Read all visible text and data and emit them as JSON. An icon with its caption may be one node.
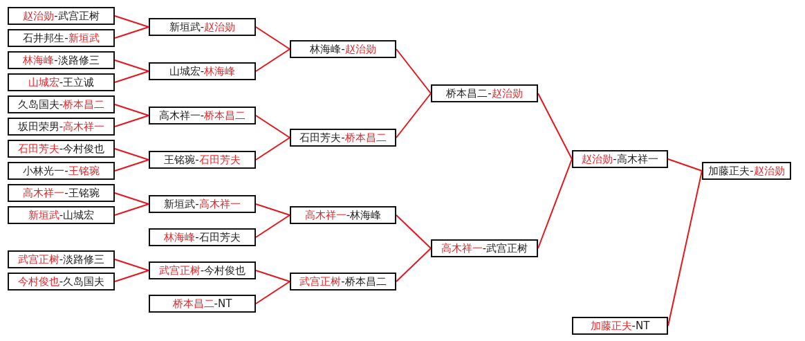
{
  "diagram": {
    "nodes": [
      {
        "text": [
          "赵治勋-武宫正树"
        ]
      },
      {
        "text": [
          "石井邦生-新垣武"
        ]
      },
      {
        "text": [
          "林海峰-淡路修三"
        ]
      },
      {
        "text": [
          "山城宏-王立诚"
        ]
      },
      {
        "text": [
          "久岛国夫-桥本昌二"
        ]
      },
      {
        "text": [
          "坂田荣男-高木祥一"
        ]
      },
      {
        "text": [
          "石田芳夫-今村俊也"
        ]
      },
      {
        "text": [
          "小林光一-王铭琬"
        ]
      },
      {
        "text": [
          "高木祥一-王铭琬"
        ]
      },
      {
        "text": [
          "新垣武-山城宏"
        ]
      },
      {
        "text": [
          "武宫正树-淡路修三"
        ]
      },
      {
        "text": [
          "今村俊也-久岛国夫"
        ]
      },
      {
        "text": [
          "新垣武-赵治勋"
        ]
      },
      {
        "text": [
          "山城宏-林海峰"
        ]
      },
      {
        "text": [
          "高木祥一-桥本昌二"
        ]
      },
      {
        "text": [
          "王铭琬-石田芳夫"
        ]
      },
      {
        "text": [
          "新垣武-高木祥一"
        ]
      },
      {
        "text": [
          "林海峰-石田芳夫"
        ]
      },
      {
        "text": [
          "武宫正树-今村俊也"
        ]
      },
      {
        "text": [
          "桥本昌二-NT"
        ]
      },
      {
        "text": [
          "林海峰-赵治勋"
        ]
      },
      {
        "text": [
          "石田芳夫-桥本昌二"
        ]
      },
      {
        "text": [
          "高木祥一-林海峰"
        ]
      },
      {
        "text": [
          "武宫正树-桥本昌二"
        ]
      },
      {
        "text": [
          "桥本昌二-赵治勋"
        ]
      },
      {
        "text": [
          "高木祥一-武宫正树"
        ]
      },
      {
        "text": [
          "赵治勋-高木祥一"
        ]
      },
      {
        "text": [
          "加藤正夫-NT"
        ]
      },
      {
        "text": [
          "加藤正夫-赵治勋"
        ]
      }
    ],
    "edges": [
      {
        "from": 0,
        "to": 12,
        "arrow": "none"
      },
      {
        "from": 1,
        "to": 12,
        "arrow": "none"
      },
      {
        "from": 2,
        "to": 13,
        "arrow": "none"
      },
      {
        "from": 3,
        "to": 13,
        "arrow": "none"
      },
      {
        "from": 4,
        "to": 14,
        "arrow": "none"
      },
      {
        "from": 5,
        "to": 14,
        "arrow": "none"
      },
      {
        "from": 6,
        "to": 15,
        "arrow": "none"
      },
      {
        "from": 7,
        "to": 15,
        "arrow": "none"
      },
      {
        "from": 8,
        "to": 16,
        "arrow": "none"
      },
      {
        "from": 9,
        "to": 16,
        "arrow": "none"
      },
      {
        "from": 10,
        "to": 18,
        "arrow": "none"
      },
      {
        "from": 11,
        "to": 18,
        "arrow": "none"
      },
      {
        "from": 12,
        "to": 20,
        "arrow": "none"
      },
      {
        "from": 13,
        "to": 20,
        "arrow": "none"
      },
      {
        "from": 14,
        "to": 21,
        "arrow": "none"
      },
      {
        "from": 15,
        "to": 21,
        "arrow": "none"
      },
      {
        "from": 16,
        "to": 22,
        "arrow": "none"
      },
      {
        "from": 17,
        "to": 22,
        "arrow": "none"
      },
      {
        "from": 18,
        "to": 23,
        "arrow": "none"
      },
      {
        "from": 19,
        "to": 23,
        "arrow": "none"
      },
      {
        "from": 20,
        "to": 24,
        "arrow": "none"
      },
      {
        "from": 21,
        "to": 24,
        "arrow": "none"
      },
      {
        "from": 22,
        "to": 25,
        "arrow": "none"
      },
      {
        "from": 23,
        "to": 25,
        "arrow": "none"
      },
      {
        "from": 24,
        "to": 26,
        "arrow": "none"
      },
      {
        "from": 25,
        "to": 26,
        "arrow": "none"
      },
      {
        "from": 26,
        "to": 28,
        "arrow": "none"
      },
      {
        "from": 27,
        "to": 28,
        "arrow": "none"
      }
    ]
  }
}
